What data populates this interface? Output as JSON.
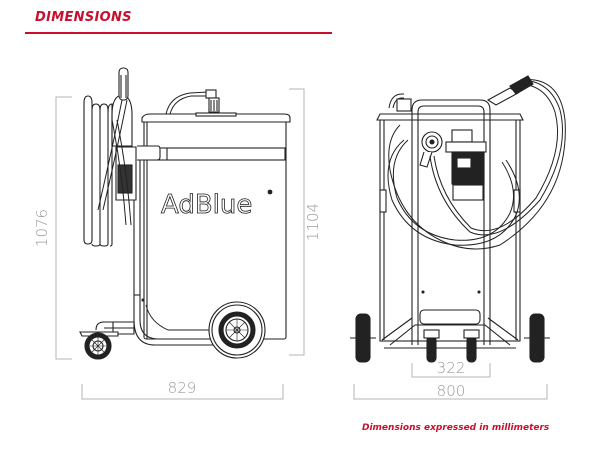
{
  "header": {
    "title": "DIMENSIONS",
    "accent_color": "#c8102e"
  },
  "side_view": {
    "brand_label": "AdBlue",
    "brand_mark": "•",
    "dimensions": {
      "height_left": "1076",
      "height_right": "1104",
      "length": "829"
    }
  },
  "front_view": {
    "dimensions": {
      "inner_width": "322",
      "overall_width": "800"
    }
  },
  "footnote": "Dimensions expressed in millimeters",
  "colors": {
    "accent": "#c8102e",
    "dimension_line": "#b5b5b5",
    "dimension_text": "#9a9a9a",
    "drawing_line": "#222222"
  }
}
